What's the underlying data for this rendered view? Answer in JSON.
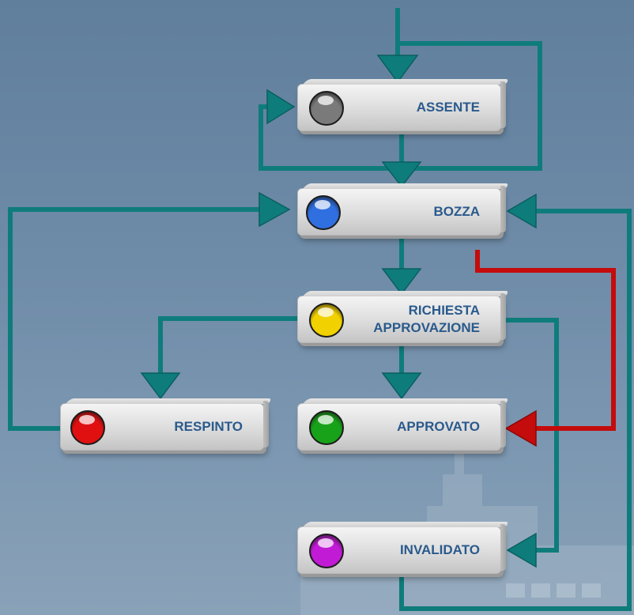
{
  "states": [
    {
      "id": "assente",
      "label": "ASSENTE",
      "led_color": "#7a7a7a"
    },
    {
      "id": "bozza",
      "label": "BOZZA",
      "led_color": "#2f6fe0"
    },
    {
      "id": "richiesta",
      "label": "RICHIESTA\nAPPROVAZIONE",
      "led_color": "#f2d100"
    },
    {
      "id": "respinto",
      "label": "RESPINTO",
      "led_color": "#e01010"
    },
    {
      "id": "approvato",
      "label": "APPROVATO",
      "led_color": "#18a21a"
    },
    {
      "id": "invalidato",
      "label": "INVALIDATO",
      "led_color": "#c21bd6"
    }
  ],
  "colors": {
    "arrow": "#0f7c7c",
    "arrow_dark": "#0a5f5f",
    "arrow_special": "#c40c0c",
    "label_text": "#2a5a8c"
  }
}
